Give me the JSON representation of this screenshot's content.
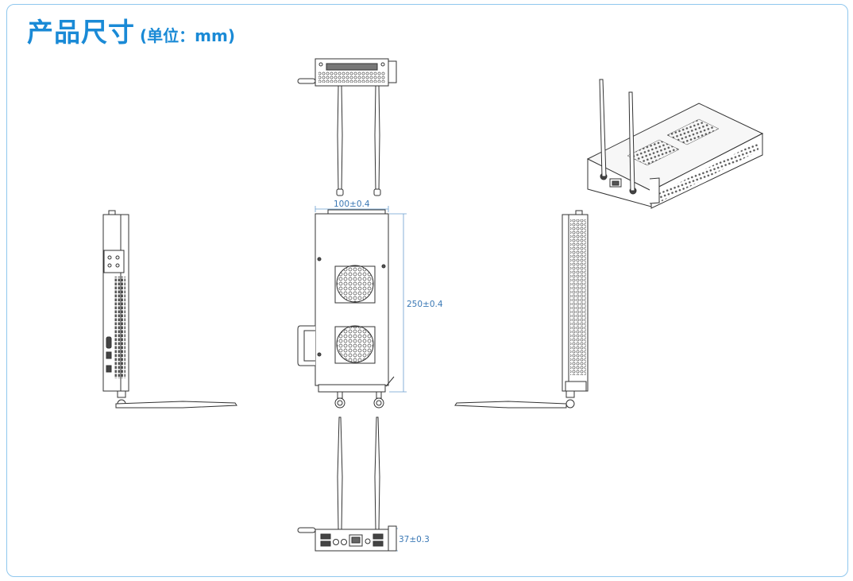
{
  "title": {
    "main": "产品尺寸",
    "unit": "(单位：mm)"
  },
  "dimensions": {
    "width": "100±0.4",
    "length": "250±0.4",
    "height": "37±0.3"
  },
  "colors": {
    "frame": "#8fc7ee",
    "title": "#1a8ad6",
    "dimension": "#3a78b5",
    "line": "#333333"
  }
}
